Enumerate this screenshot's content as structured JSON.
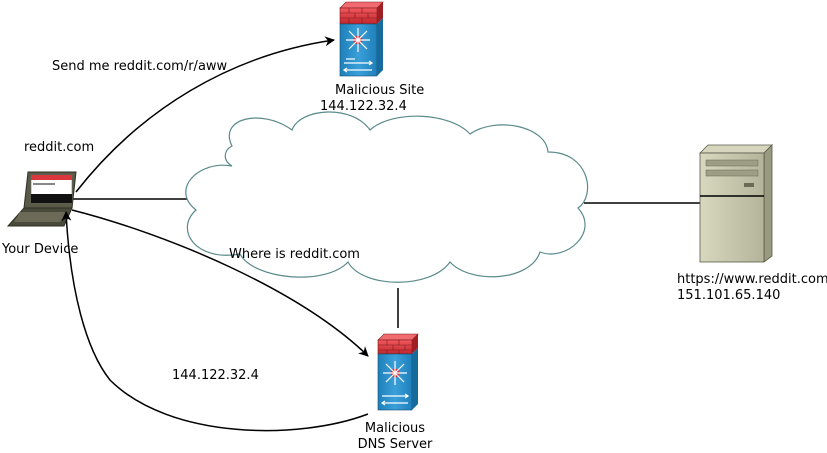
{
  "device": {
    "caption": "reddit.com",
    "label": "Your Device",
    "icon": "laptop-icon"
  },
  "malicious_site": {
    "name": "Malicious Site",
    "ip": "144.122.32.4",
    "icon": "firewall-switch-icon"
  },
  "dns_server": {
    "line1": "Malicious",
    "line2": "DNS Server",
    "icon": "firewall-switch-icon"
  },
  "reddit_server": {
    "url": "https://www.reddit.com",
    "ip": "151.101.65.140",
    "icon": "server-tower-icon"
  },
  "network": {
    "icon": "cloud-icon"
  },
  "messages": {
    "request_site": "Send me reddit.com/r/aww",
    "dns_query": "Where is reddit.com",
    "dns_reply": "144.122.32.4"
  },
  "colors": {
    "firewall_red": "#d9363e",
    "switch_blue": "#2a8fc9",
    "server_body": "#c8c8ae",
    "laptop_body": "#5a5a48",
    "cloud_stroke": "#5b8a8a"
  }
}
